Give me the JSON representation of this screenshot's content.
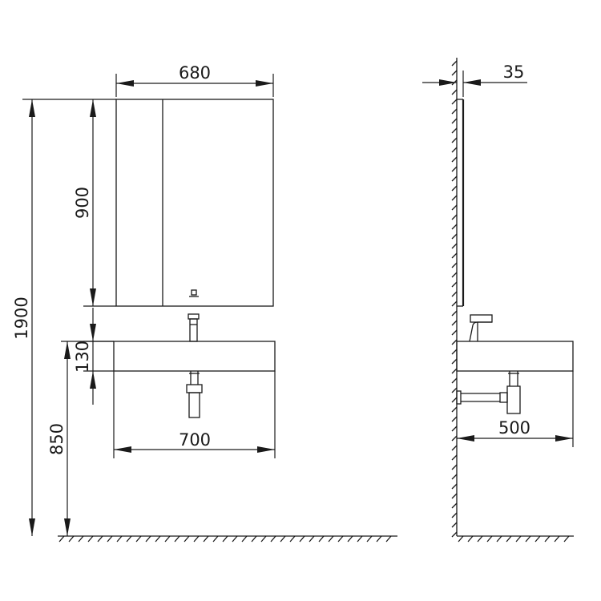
{
  "diagram": {
    "dimensions": {
      "cabinet_width": "680",
      "cabinet_height": "900",
      "total_height": "1900",
      "basin_thickness": "130",
      "basin_height": "850",
      "basin_width": "700",
      "cabinet_depth": "35",
      "basin_depth": "500"
    },
    "colors": {
      "line": "#1a1a1a",
      "background": "#ffffff"
    }
  }
}
